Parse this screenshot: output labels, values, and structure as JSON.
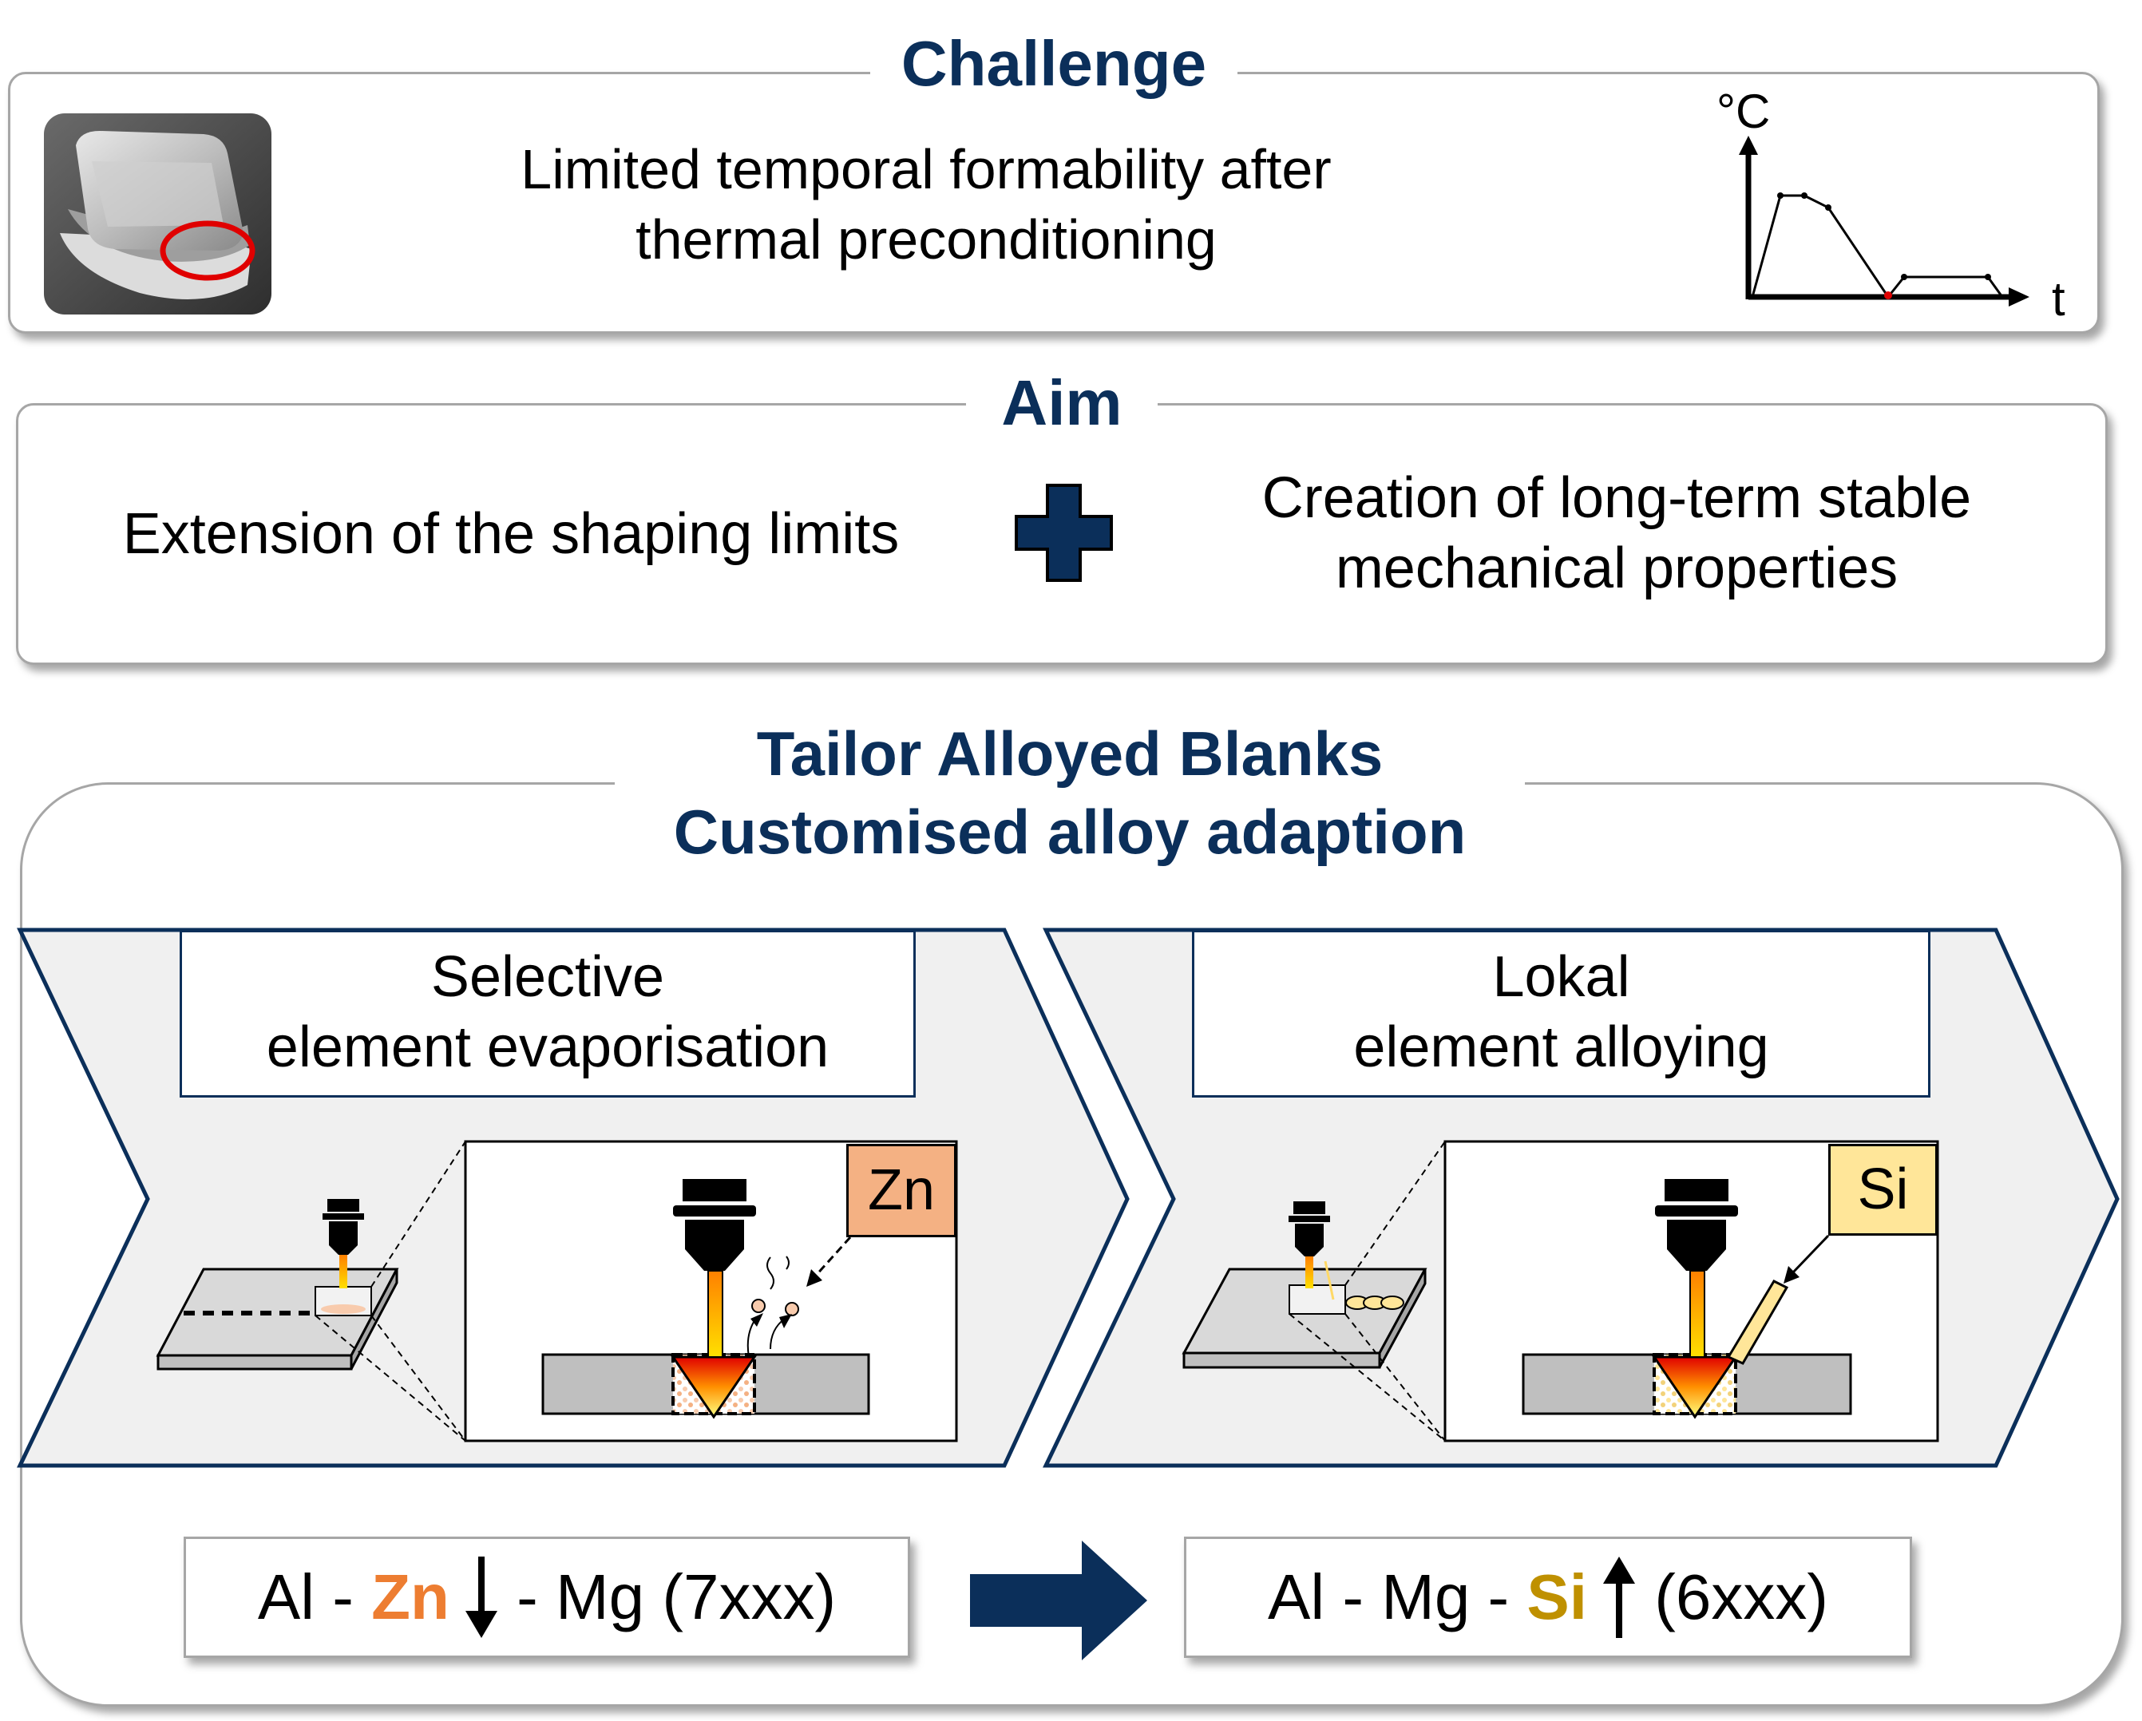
{
  "challenge": {
    "heading": "Challenge",
    "text": "Limited temporal formability after thermal preconditioning",
    "graph": {
      "y_label": "°C",
      "x_label": "t"
    }
  },
  "aim": {
    "heading": "Aim",
    "left_text": "Extension of the shaping limits",
    "right_text": "Creation of long-term stable mechanical properties"
  },
  "tab": {
    "heading_line1": "Tailor Alloyed Blanks",
    "heading_line2": "Customised alloy adaption",
    "left_step": {
      "title_line1": "Selective",
      "title_line2": "element evaporisation",
      "element_label": "Zn"
    },
    "right_step": {
      "title_line1": "Lokal",
      "title_line2": "element alloying",
      "element_label": "Si"
    },
    "formula_left": {
      "p1": "Al - ",
      "el": "Zn",
      "p2": " - Mg (7xxx)"
    },
    "formula_right": {
      "p1": "Al - Mg - ",
      "el": "Si",
      "p2": " (6xxx)"
    }
  },
  "colors": {
    "navy": "#0b2f5a",
    "zn_box": "#f4b183",
    "si_box": "#ffe699",
    "zn_text": "#ed7d31",
    "si_text": "#bf9000",
    "red_circle": "#e00000"
  }
}
